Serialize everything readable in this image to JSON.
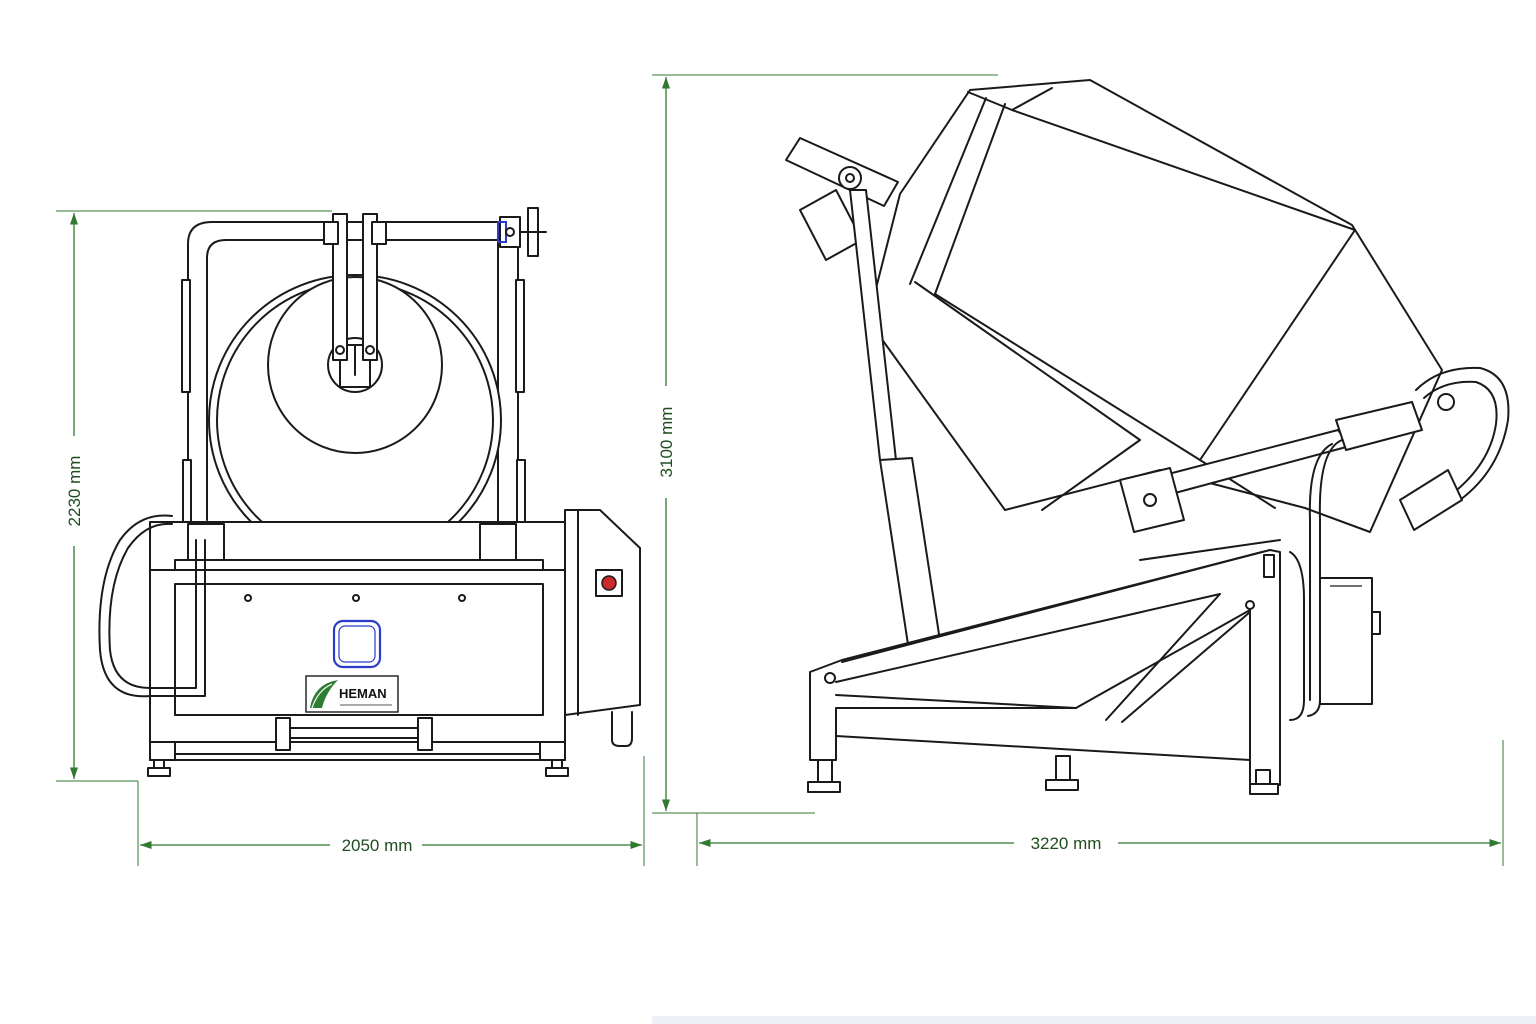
{
  "dimensions": {
    "front_height": "2230 mm",
    "front_width": "2050 mm",
    "side_height": "3100 mm",
    "side_length": "3220 mm"
  },
  "logo": {
    "text": "HEMAN"
  },
  "colors": {
    "dimension": "#2f7a2f",
    "dimension_text": "#1f4d1f",
    "outline": "#1a1a1a",
    "logo_accent": "#2e7d32",
    "window_accent": "#2a3cc8",
    "button_red": "#cc2b2b"
  }
}
